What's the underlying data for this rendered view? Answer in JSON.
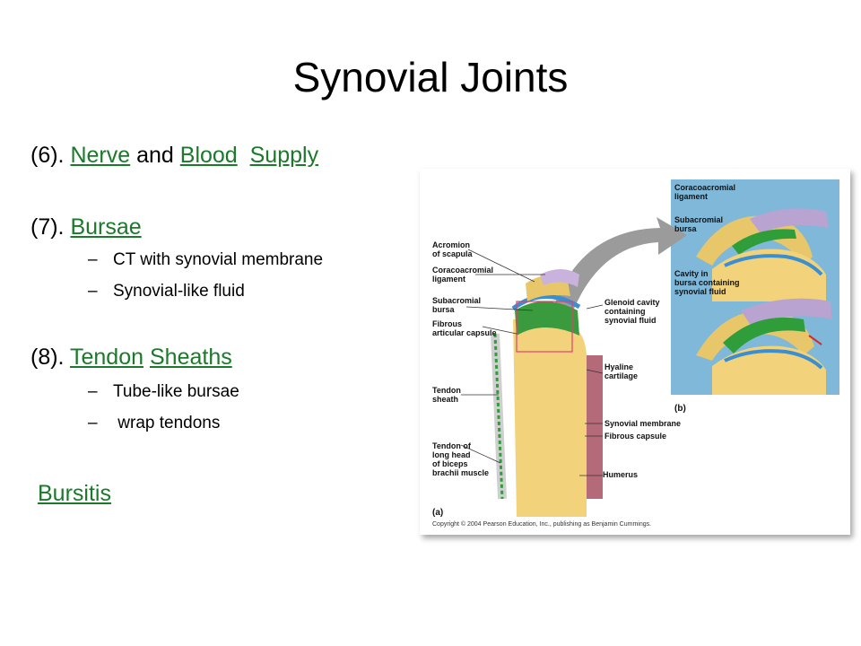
{
  "slide": {
    "title": "Synovial Joints",
    "item6": {
      "number": "(6).",
      "link1": "Nerve",
      "and": "and",
      "link2": "Blood",
      "link3": "Supply"
    },
    "item7": {
      "number": "(7).",
      "link": "Bursae",
      "bullets": [
        "CT with synovial membrane",
        "Synovial-like fluid"
      ]
    },
    "item8": {
      "number": "(8).",
      "link1": "Tendon",
      "link2": "Sheaths",
      "bullets": [
        "Tube-like bursae",
        " wrap tendons"
      ]
    },
    "bursitis": "Bursitis",
    "bullet_dash": "–",
    "link_color": "#1a7a2a"
  },
  "figure": {
    "labels_a": {
      "acromion": [
        "Acromion",
        "of scapula"
      ],
      "coracoacromial": [
        "Coracoacromial",
        "ligament"
      ],
      "subacromial": [
        "Subacromial",
        "bursa"
      ],
      "fibrous": [
        "Fibrous",
        "articular capsule"
      ],
      "tendon_sheath": [
        "Tendon",
        "sheath"
      ],
      "tendon_long": [
        "Tendon of",
        "long head",
        "of biceps",
        "brachii muscle"
      ],
      "glenoid": [
        "Glenoid cavity",
        "containing",
        "synovial fluid"
      ],
      "hyaline": [
        "Hyaline",
        "cartilage"
      ],
      "synovial_membrane": "Synovial membrane",
      "fibrous_capsule": "Fibrous capsule",
      "humerus": "Humerus",
      "panel": "(a)"
    },
    "labels_b": {
      "coracoacromial": [
        "Coracoacromial",
        "ligament"
      ],
      "subacromial": [
        "Subacromial",
        "bursa"
      ],
      "cavity": [
        "Cavity in",
        "bursa containing",
        "synovial fluid"
      ],
      "panel": "(b)"
    },
    "copyright": "Copyright © 2004 Pearson Education, Inc., publishing as Benjamin Cummings."
  }
}
